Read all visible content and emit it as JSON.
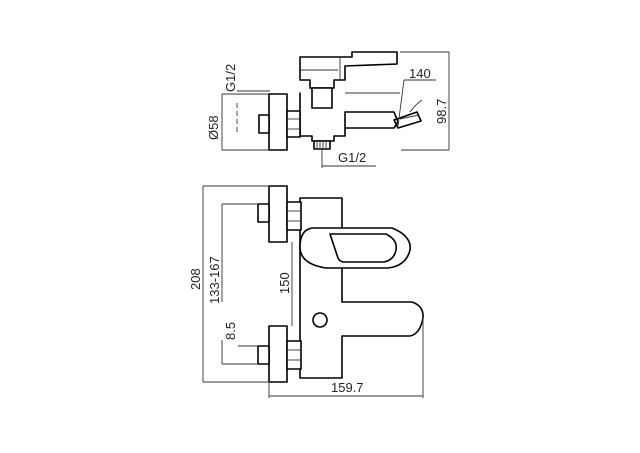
{
  "top_view": {
    "thread_label_vertical": "G1/2",
    "diameter_label": "Ø58",
    "spout_angle_label": "140",
    "height_label": "98.7",
    "thread_label_horizontal": "G1/2"
  },
  "front_view": {
    "total_height_label": "208",
    "center_distance_label": "133-167",
    "offset_label": "8.5",
    "body_height_label": "150",
    "depth_label": "159.7"
  }
}
